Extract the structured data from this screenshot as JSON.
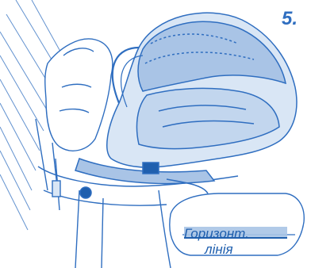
{
  "step": {
    "number": "5."
  },
  "level_label": {
    "line1": "Горизонт.",
    "line2": "лінія"
  },
  "colors": {
    "line_art": "#2f6ec0",
    "light_fill": "#d9e6f5",
    "mid_fill": "#a9c4e6",
    "accent": "#1f5fae"
  },
  "icons": {
    "illustration": "car-seat-illustration",
    "level-indicator": "level-indicator-icon"
  }
}
